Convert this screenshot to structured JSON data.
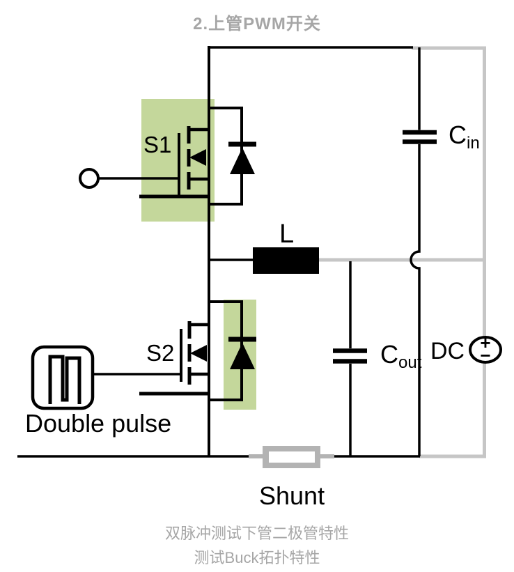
{
  "title": "2.上管PWM开关",
  "circuit": {
    "s1_label": "S1",
    "s2_label": "S2",
    "inductor_label": "L",
    "cin": {
      "main": "C",
      "sub": "in"
    },
    "cout": {
      "main": "C",
      "sub": "out"
    },
    "dc_label": "DC",
    "dc_plus": "+",
    "dc_minus": "−",
    "double_pulse_label": "Double pulse",
    "shunt_label": "Shunt"
  },
  "captions": {
    "line1": "双脉冲测试下管二极管特性",
    "line2": "测试Buck拓扑特性"
  },
  "colors": {
    "highlight_green": "#c4d79b",
    "wire_gray": "#c6c6c6",
    "shunt_gray": "#b3b3b3",
    "text_gray": "#a6a6a6",
    "wire_black": "#000000"
  }
}
